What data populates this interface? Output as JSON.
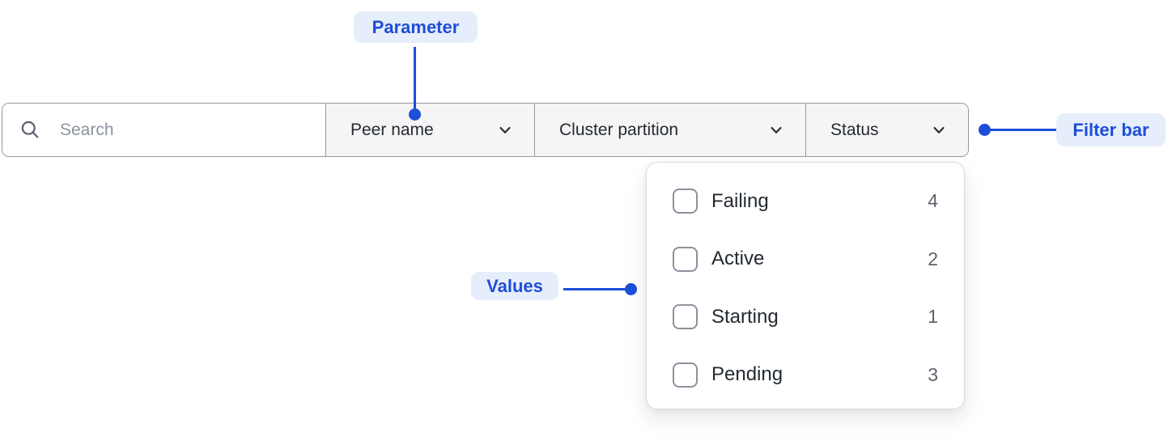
{
  "annotations": {
    "parameter": {
      "label": "Parameter"
    },
    "filter_bar": {
      "label": "Filter bar"
    },
    "values": {
      "label": "Values"
    }
  },
  "filter_bar": {
    "search": {
      "placeholder": "Search",
      "value": ""
    },
    "dropdowns": [
      {
        "label": "Peer name"
      },
      {
        "label": "Cluster partition"
      },
      {
        "label": "Status"
      }
    ]
  },
  "status_menu": {
    "items": [
      {
        "label": "Failing",
        "count": "4",
        "checked": false
      },
      {
        "label": "Active",
        "count": "2",
        "checked": false
      },
      {
        "label": "Starting",
        "count": "1",
        "checked": false
      },
      {
        "label": "Pending",
        "count": "3",
        "checked": false
      }
    ]
  },
  "icons": {
    "search-icon": "magnifying-glass ⌕",
    "chevron-down-icon": "⌄"
  },
  "colors": {
    "accent_blue": "#1d4ed8",
    "annotation_pill_bg": "#e7eefb",
    "bar_border": "#9199a3",
    "dropdown_bg": "#f5f5f6",
    "text_dark": "#242a31",
    "text_muted": "#5c626e",
    "placeholder": "#8b93a0",
    "panel_border": "#d9dbdf"
  }
}
